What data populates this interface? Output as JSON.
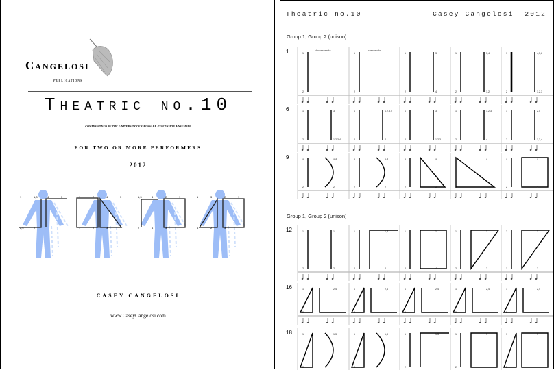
{
  "cover": {
    "logo": "Cangelosi",
    "publisher_sub": "Publications",
    "title": "Theatric no.10",
    "commissioned": "commissioned by the University of Delaware Percussion Ensemble",
    "performers": "FOR TWO OR MORE PERFORMERS",
    "year": "2012",
    "author": "CASEY CANGELOSI",
    "url": "www.CaseyCangelosi.com",
    "figure_color": "#9dbdf7",
    "figures": [
      {
        "shapes": [
          "line-l",
          "corner-r"
        ],
        "labels": [
          "1",
          "1,3",
          "4",
          "3",
          "2,4",
          "2"
        ]
      },
      {
        "shapes": [
          "square-l",
          "tri-r"
        ],
        "labels": [
          "1",
          "2",
          "4",
          "3",
          "1",
          "2",
          "3"
        ]
      },
      {
        "shapes": [
          "corner-l",
          "square-r"
        ],
        "labels": [
          "1,3",
          "4",
          "2",
          "1",
          "2",
          "4",
          "3"
        ]
      },
      {
        "shapes": [
          "tri-l",
          "square-r"
        ],
        "labels": [
          "1",
          "3",
          "2",
          "1",
          "4",
          "2",
          "3"
        ]
      }
    ]
  },
  "score": {
    "header_title": "Theatric no.10",
    "header_author": "Casey Cangelosi  2012",
    "groups": [
      {
        "heading": "Group 1, Group 2 (unison)"
      },
      {
        "heading": "Group 1, Group 2 (unison)"
      }
    ],
    "systems": [
      {
        "measure": "1",
        "cells": [
          {
            "shapes": [
              "line"
            ],
            "text": "decrescendo",
            "labels": [
              "1",
              "2"
            ]
          },
          {
            "shapes": [
              "line"
            ],
            "text": "crescendo",
            "labels": [
              "1",
              "2"
            ]
          },
          {
            "shapes": [
              "line",
              "line-r"
            ],
            "labels": [
              "1",
              "2",
              "3",
              "4"
            ]
          },
          {
            "shapes": [
              "line",
              "line-r"
            ],
            "labels": [
              "1",
              "2",
              "3,4",
              "1,2"
            ]
          },
          {
            "shapes": [
              "thick",
              "line-r"
            ],
            "labels": [
              "1",
              "2",
              "4,5,6",
              "1,2,3"
            ]
          }
        ]
      },
      {
        "measure": "6",
        "cells": [
          {
            "shapes": [
              "line",
              "line-r"
            ],
            "labels": [
              "1",
              "2",
              "3",
              "1,2,3,4"
            ]
          },
          {
            "shapes": [
              "line",
              "line-r"
            ],
            "labels": [
              "1",
              "2",
              "1,2,3,4",
              "4"
            ]
          },
          {
            "shapes": [
              "line",
              "line-r"
            ],
            "labels": [
              "1",
              "2",
              "3",
              "1,2,3"
            ]
          },
          {
            "shapes": [
              "line",
              "line-r"
            ],
            "labels": [
              "1",
              "2",
              "1,2,3",
              "4"
            ]
          },
          {
            "shapes": [
              "line",
              "line-r"
            ],
            "labels": [
              "1",
              "2",
              "2,5",
              "1,3,4"
            ]
          }
        ]
      },
      {
        "measure": "9",
        "cells": [
          {
            "shapes": [
              "line",
              "curve"
            ],
            "labels": [
              "1",
              "2",
              "1,3",
              "2"
            ]
          },
          {
            "shapes": [
              "line",
              "curve"
            ],
            "labels": [
              "1",
              "2",
              "1,3",
              "2"
            ]
          },
          {
            "shapes": [
              "line",
              "tri-down"
            ],
            "labels": [
              "1",
              "2",
              "1",
              "3"
            ]
          },
          {
            "shapes": [
              "tri-big"
            ],
            "labels": [
              "1",
              "2",
              "3"
            ]
          },
          {
            "shapes": [
              "line",
              "square"
            ],
            "labels": [
              "1",
              "2",
              "1",
              "4"
            ]
          }
        ]
      },
      {
        "measure": "12",
        "cells": [
          {
            "shapes": [
              "line",
              "line-r"
            ],
            "labels": [
              "1",
              "2",
              "1",
              "2"
            ]
          },
          {
            "shapes": [
              "line",
              "corner"
            ],
            "labels": [
              "1",
              "2",
              "1,3",
              "2"
            ]
          },
          {
            "shapes": [
              "line",
              "square"
            ],
            "labels": [
              "1",
              "2",
              "1",
              "4"
            ]
          },
          {
            "shapes": [
              "line",
              "tri"
            ],
            "labels": [
              "1",
              "2",
              "1",
              "2"
            ]
          },
          {
            "shapes": [
              "line",
              "tri"
            ],
            "labels": [
              "2",
              "1",
              "1",
              "2"
            ]
          }
        ]
      },
      {
        "measure": "16",
        "cells": [
          {
            "shapes": [
              "tri-l",
              "lcorner"
            ],
            "labels": [
              "1",
              "3",
              "2,4"
            ]
          },
          {
            "shapes": [
              "tri-l",
              "lcorner"
            ],
            "labels": [
              "1",
              "3",
              "2,4"
            ]
          },
          {
            "shapes": [
              "tri-l",
              "lcorner"
            ],
            "labels": [
              "1",
              "3",
              "2,4"
            ]
          },
          {
            "shapes": [
              "tri-l",
              "lcorner"
            ],
            "labels": [
              "1",
              "3",
              "2,4"
            ]
          },
          {
            "shapes": [
              "tri-l",
              "lcorner"
            ],
            "labels": [
              "1",
              "3",
              "2,4"
            ]
          }
        ]
      },
      {
        "measure": "18",
        "cells": [
          {
            "shapes": [
              "tri-l",
              "curve"
            ],
            "labels": [
              "1",
              "3",
              "1,3"
            ]
          },
          {
            "shapes": [
              "tri-l",
              "curve"
            ],
            "labels": [
              "1",
              "3",
              "1,3"
            ]
          },
          {
            "shapes": [
              "line",
              "corner"
            ],
            "labels": [
              "1",
              "2",
              "1,3"
            ]
          },
          {
            "shapes": [
              "line",
              "square"
            ],
            "labels": [
              "1",
              "2",
              "1"
            ]
          },
          {
            "shapes": [
              "tri-l",
              "square"
            ],
            "labels": [
              "1",
              "3",
              "1"
            ]
          }
        ]
      }
    ]
  }
}
